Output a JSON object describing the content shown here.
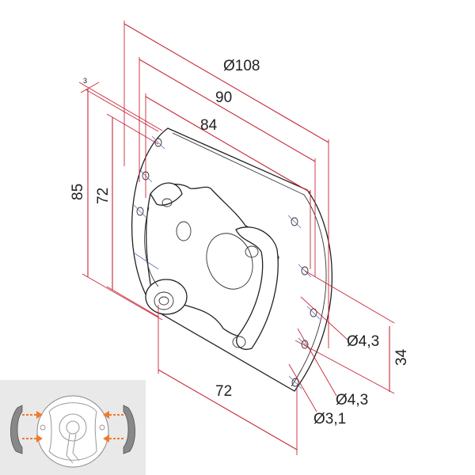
{
  "dimensions": {
    "outer_diameter": "Ø108",
    "width_90": "90",
    "width_84": "84",
    "height_85": "85",
    "height_72": "72",
    "offset_3": "3",
    "hole_a": "Ø4,3",
    "hole_spacing_34": "34",
    "hole_b": "Ø4,3",
    "bottom_72": "72",
    "hole_c": "Ø3,1"
  },
  "colors": {
    "dimension_line": "#c8283a",
    "part_outline": "#222222",
    "inset_background": "#e9e9e9",
    "inset_arrows": "#f07a2a"
  }
}
